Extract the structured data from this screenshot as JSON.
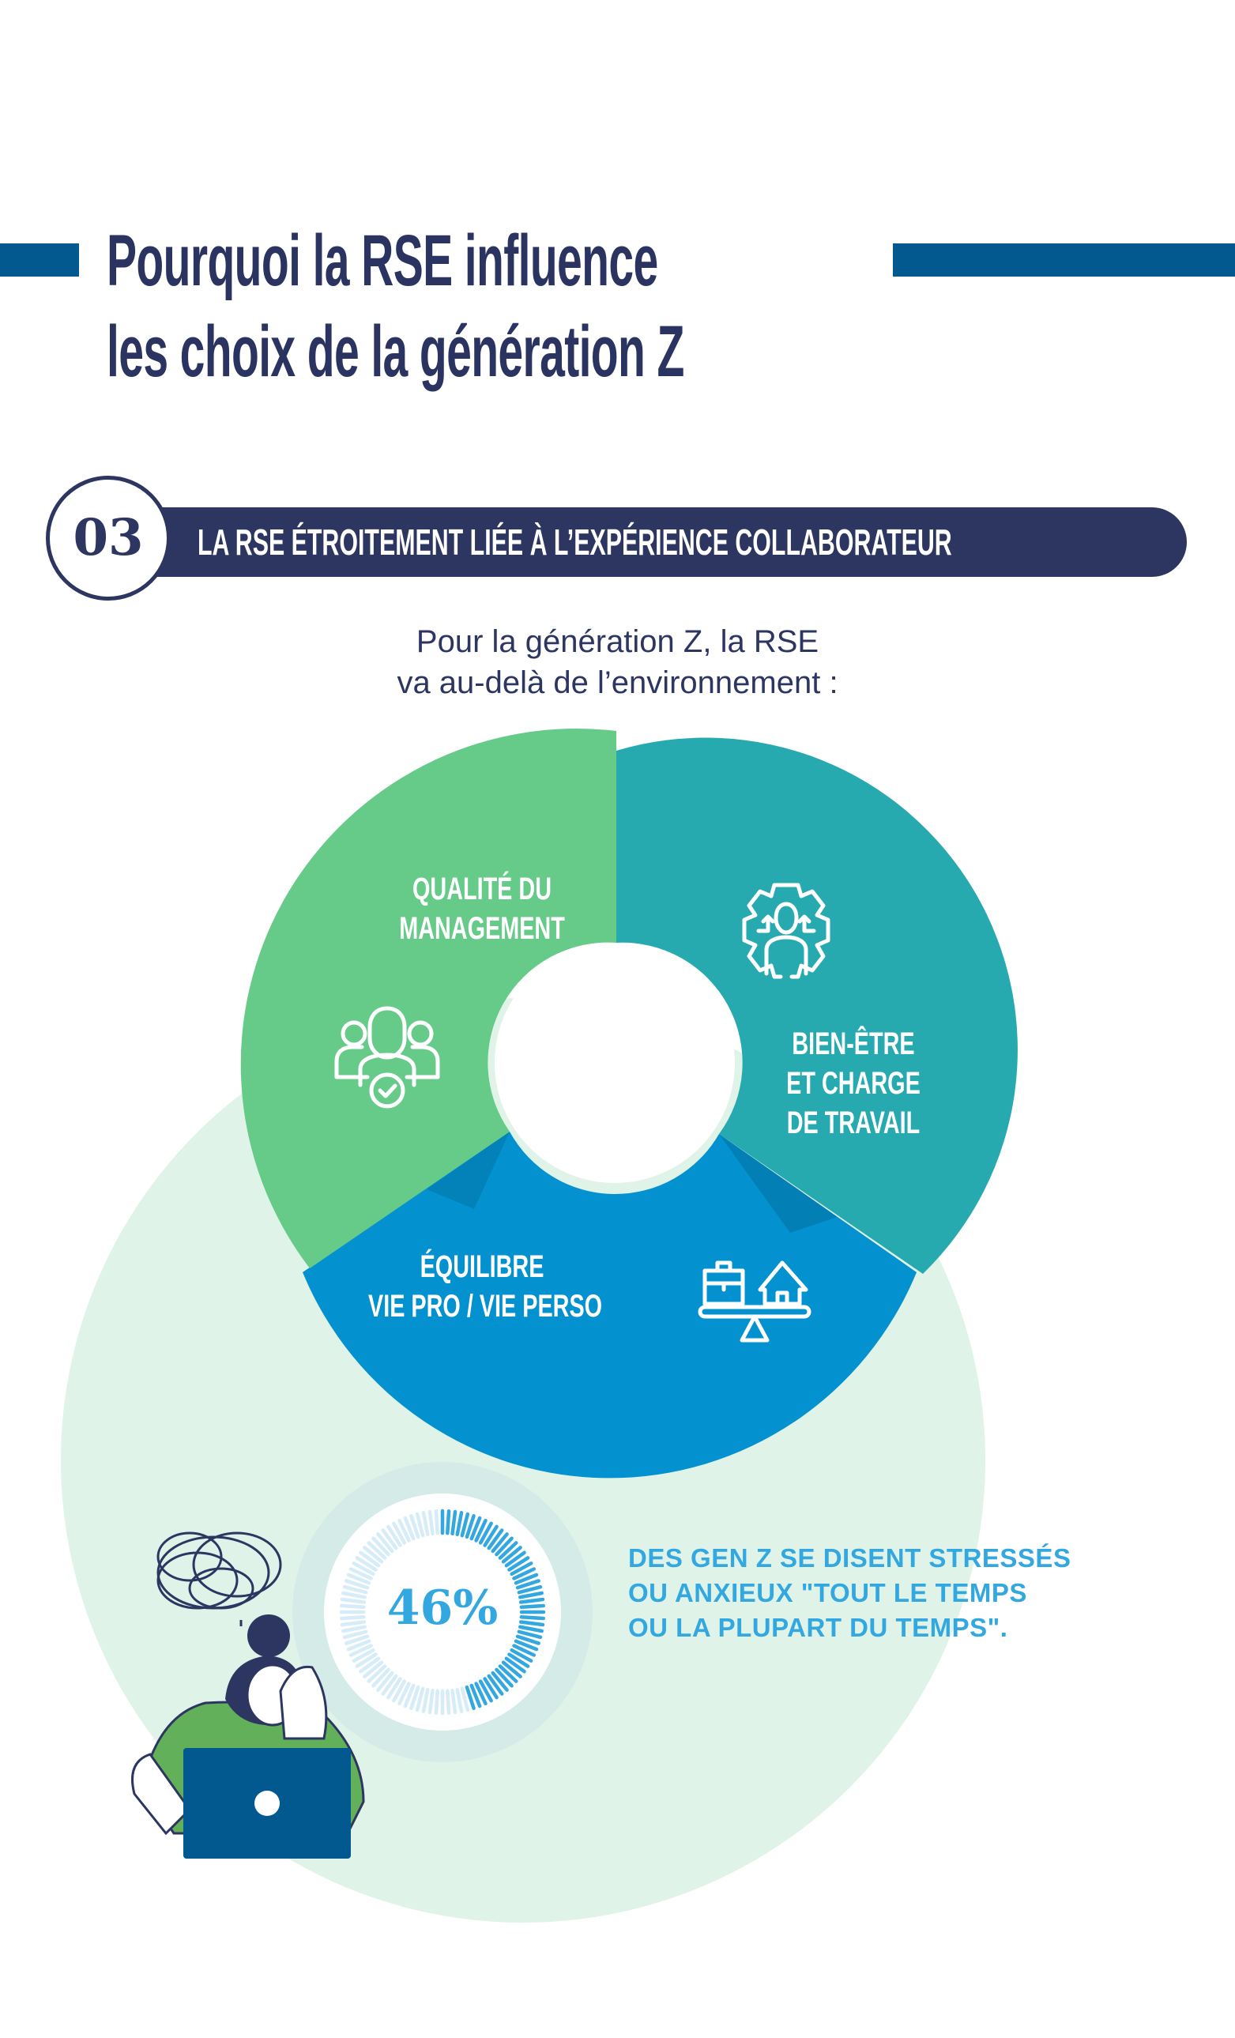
{
  "title": {
    "line1": "Pourquoi la RSE influence",
    "line2": "les choix de la génération Z"
  },
  "section": {
    "number": "03",
    "heading": "LA RSE ÉTROITEMENT LIÉE À L’EXPÉRIENCE COLLABORATEUR"
  },
  "intro": {
    "line1": "Pour la génération Z, la RSE",
    "line2": "va au-delà de l’environnement :"
  },
  "donut": {
    "segments": [
      {
        "id": "management",
        "lines": [
          "QUALITÉ DU",
          "MANAGEMENT"
        ],
        "icon": "team-check-icon",
        "color": "#66cb88"
      },
      {
        "id": "wellbeing",
        "lines": [
          "BIEN-ÊTRE",
          "ET CHARGE",
          "DE TRAVAIL"
        ],
        "icon": "gear-person-icon",
        "color": "#26aab0"
      },
      {
        "id": "balance",
        "lines": [
          "ÉQUILIBRE",
          "VIE PRO / VIE PERSO"
        ],
        "icon": "work-life-balance-icon",
        "color": "#0391cf"
      }
    ]
  },
  "stat": {
    "value": "46%",
    "percent": 46,
    "lines": [
      "DES GEN Z SE DISENT STRESSÉS",
      "OU ANXIEUX \"TOUT LE TEMPS",
      "OU LA PLUPART DU TEMPS\"."
    ],
    "color": "#33a8e0"
  },
  "colors": {
    "navy": "#2d3561",
    "title_bar": "#01598f",
    "bg_circle": "#e0f3e8",
    "ring_bg": "#d4ebe8"
  }
}
